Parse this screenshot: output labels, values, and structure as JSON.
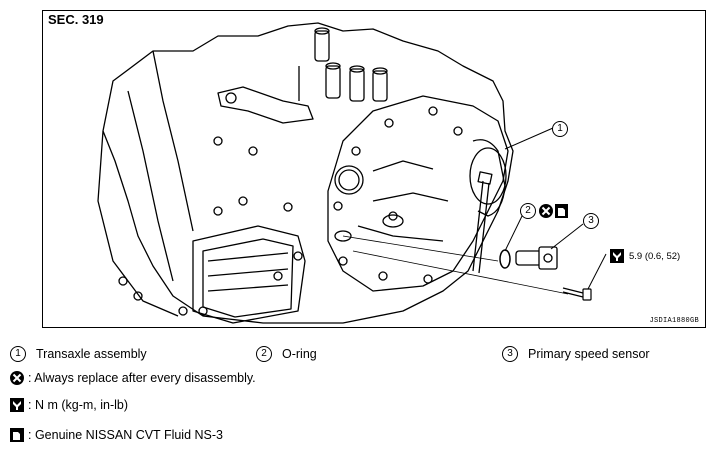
{
  "figure": {
    "section": "SEC. 319",
    "code": "JSDIA1880GB",
    "callouts": [
      "1",
      "2",
      "3"
    ],
    "torque_value": "5.9 (0.6, 52)"
  },
  "legend": {
    "items": [
      {
        "num": "1",
        "label": "Transaxle assembly"
      },
      {
        "num": "2",
        "label": "O-ring"
      },
      {
        "num": "3",
        "label": "Primary speed sensor"
      }
    ],
    "symbols": [
      {
        "icon": "replace-icon",
        "text": ": Always replace after every disassembly."
      },
      {
        "icon": "torque-wrench-icon",
        "text": ": N m (kg-m, in-lb)"
      },
      {
        "icon": "fluid-can-icon",
        "text": ": Genuine NISSAN CVT Fluid NS-3"
      }
    ]
  }
}
